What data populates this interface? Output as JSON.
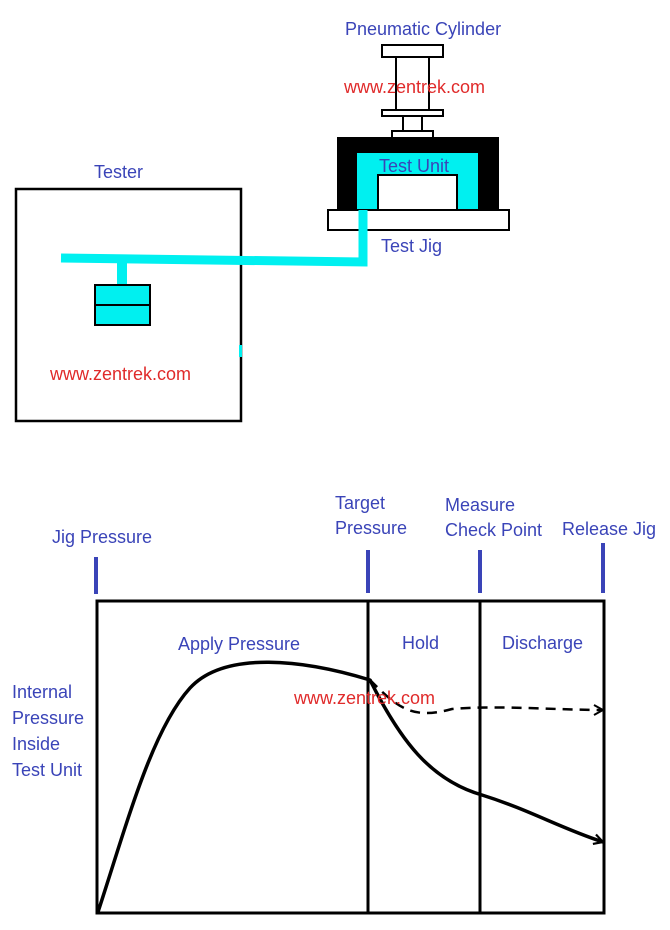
{
  "colors": {
    "label": "#3a44b8",
    "watermark": "#e02a2a",
    "pipe": "#00f0f0",
    "line": "#000000"
  },
  "setup": {
    "cylinder_label": "Pneumatic Cylinder",
    "tester_label": "Tester",
    "test_unit_label": "Test Unit",
    "test_jig_label": "Test Jig"
  },
  "watermarks": {
    "top": "www.zentrek.com",
    "tester": "www.zentrek.com",
    "graph": "www.zentrek.com"
  },
  "timeline": {
    "markers": {
      "jig_pressure": "Jig Pressure",
      "target_pressure_1": "Target",
      "target_pressure_2": "Pressure",
      "measure_1": "Measure",
      "measure_2": "Check Point",
      "release_jig": "Release Jig"
    },
    "phases": {
      "apply": "Apply Pressure",
      "hold": "Hold",
      "discharge": "Discharge"
    },
    "y_axis": [
      "Internal",
      "Pressure",
      "Inside",
      "Test Unit"
    ]
  }
}
